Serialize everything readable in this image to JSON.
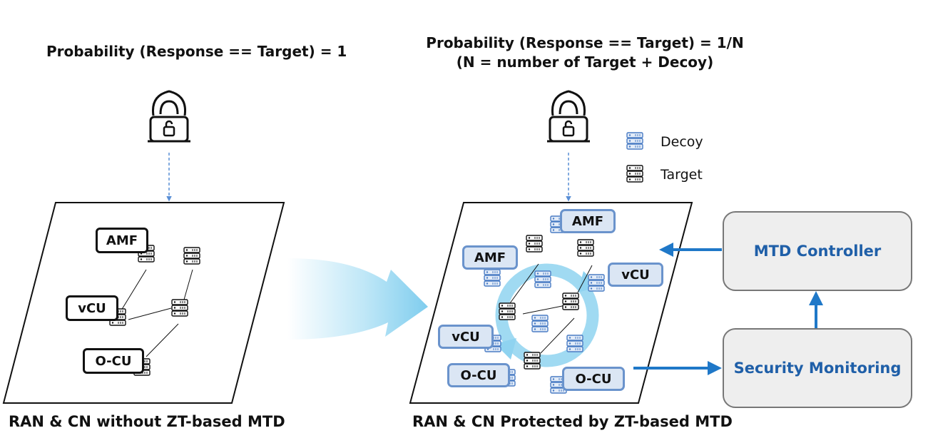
{
  "headings": {
    "left_probability": "Probability (Response == Target) = 1",
    "right_probability_line1": "Probability (Response == Target) = 1/N",
    "right_probability_line2": "(N = number of Target + Decoy)"
  },
  "captions": {
    "left": "RAN & CN without ZT-based MTD",
    "right": "RAN & CN Protected by ZT-based MTD"
  },
  "legend": {
    "decoy": "Decoy",
    "target": "Target"
  },
  "boxes": {
    "mtd_controller": "MTD Controller",
    "security_monitoring": "Security Monitoring"
  },
  "left_nodes": {
    "amf": "AMF",
    "vcu": "vCU",
    "ocu": "O-CU"
  },
  "right_nodes": {
    "amf_top": "AMF",
    "amf_left": "AMF",
    "vcu_right": "vCU",
    "vcu_left": "vCU",
    "ocu_left": "O-CU",
    "ocu_right": "O-CU"
  },
  "colors": {
    "target_stroke": "#111111",
    "decoy_stroke": "#4a7cc4",
    "decoy_fill": "#e3ecf8",
    "arrow_blue": "#1f78c8",
    "cycle_blue": "#8fd3f0",
    "box_text": "#1f5fa8"
  },
  "icons": [
    "hacker-icon",
    "server-rack-icon",
    "cycle-arrow-icon"
  ]
}
